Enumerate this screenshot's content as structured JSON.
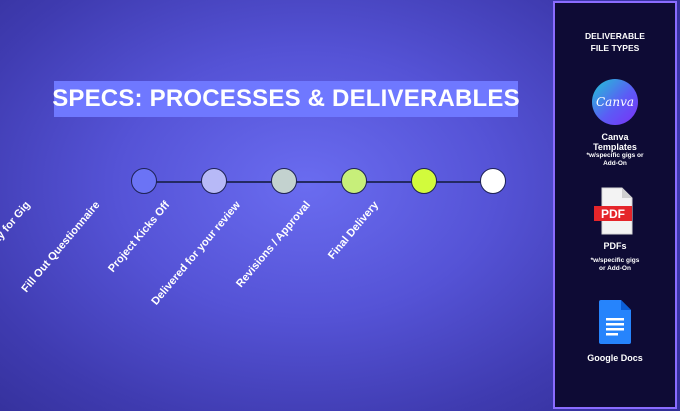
{
  "title": "SPECS: PROCESSES & DELIVERABLES",
  "steps": [
    {
      "label": "Select & Pay for Gig",
      "color": "#6b73f5"
    },
    {
      "label": "Fill Out Questionnaire",
      "color": "#b7b9f7"
    },
    {
      "label": "Project Kicks Off",
      "color": "#c3d2cf"
    },
    {
      "label": "Delivered for your review",
      "color": "#c7ef7a"
    },
    {
      "label": "Revisions / Approval",
      "color": "#d2fb3c"
    },
    {
      "label": "Final Delivery",
      "color": "#ffffff"
    }
  ],
  "panel": {
    "title_line1": "DELIVERABLE",
    "title_line2": "FILE TYPES",
    "file_types": [
      {
        "icon": "canva-logo-icon",
        "logo_text": "Canva",
        "name_line1": "Canva",
        "name_line2": "Templates",
        "note_line1": "*w/specific gigs or",
        "note_line2": "Add-On"
      },
      {
        "icon": "pdf-file-icon",
        "logo_text": "PDF",
        "name_line1": "PDFs",
        "name_line2": "",
        "note_line1": "*w/specific gigs",
        "note_line2": "or Add-On"
      },
      {
        "icon": "google-docs-icon",
        "name_line1": "Google Docs",
        "name_line2": "",
        "note_line1": "",
        "note_line2": ""
      }
    ]
  },
  "colors": {
    "canva_teal": "#1fc7d4",
    "canva_purple": "#7b2ff7",
    "pdf_red": "#e5252a",
    "docs_blue": "#2684fc",
    "panel_border": "#8a6cff",
    "panel_bg": "#0e0b35"
  }
}
